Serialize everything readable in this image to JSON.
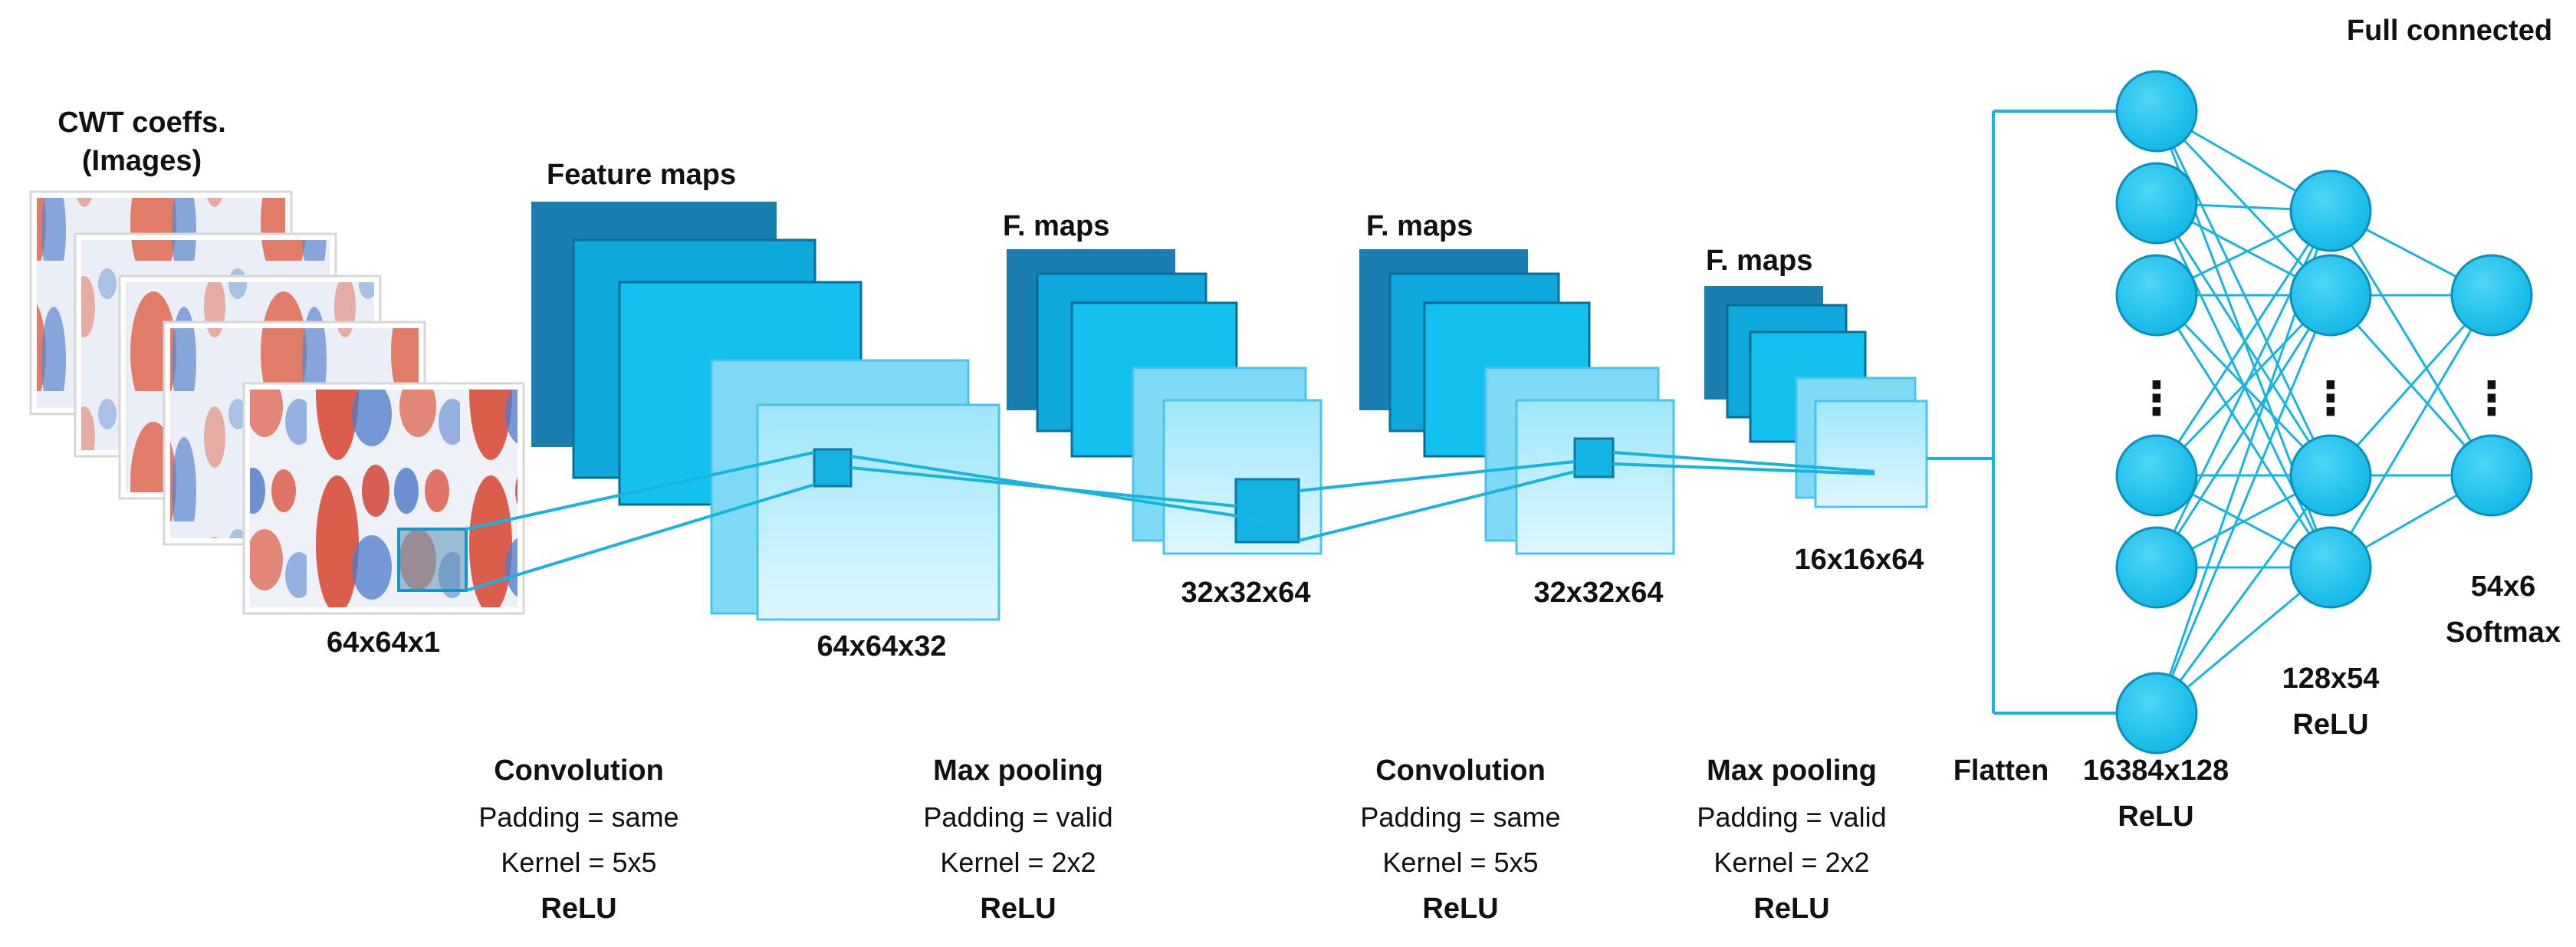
{
  "input": {
    "title_line1": "CWT coeffs.",
    "title_line2": "(Images)",
    "size": "64x64x1"
  },
  "feature_maps": [
    {
      "label": "Feature maps",
      "size": "64x64x32"
    },
    {
      "label": "F. maps",
      "size": "32x32x64"
    },
    {
      "label": "F. maps",
      "size": "32x32x64"
    },
    {
      "label": "F. maps",
      "size": "16x16x64"
    }
  ],
  "operations": [
    {
      "title": "Convolution",
      "line1": "Padding = same",
      "line2": "Kernel = 5x5",
      "activation": "ReLU"
    },
    {
      "title": "Max pooling",
      "line1": "Padding = valid",
      "line2": "Kernel = 2x2",
      "activation": "ReLU"
    },
    {
      "title": "Convolution",
      "line1": "Padding = same",
      "line2": "Kernel = 5x5",
      "activation": "ReLU"
    },
    {
      "title": "Max pooling",
      "line1": "Padding = valid",
      "line2": "Kernel = 2x2",
      "activation": "ReLU"
    }
  ],
  "flatten_label": "Flatten",
  "fully_connected": {
    "title": "Full connected",
    "layers": [
      {
        "size": "16384x128",
        "activation": "ReLU"
      },
      {
        "size": "128x54",
        "activation": "ReLU"
      },
      {
        "size": "54x6",
        "activation": "Softmax"
      }
    ],
    "ellipsis": "⋮"
  },
  "colors": {
    "map_dark": "#1a7fb0",
    "map_mid": "#10bdec",
    "map_light": "#6fd8f6",
    "map_pale": "#b8ecfb",
    "neuron": "#12c4f0",
    "line": "#18b4e0",
    "heat_red": "#d8422a",
    "heat_blue": "#4b78c8"
  }
}
